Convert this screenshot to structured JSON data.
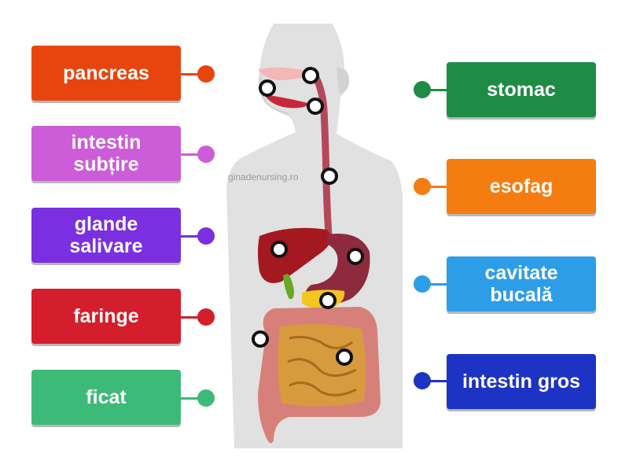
{
  "labels": [
    {
      "text": "pancreas",
      "color": "#e8450e",
      "connector_color": "#e8450e",
      "handle_color": "#e8450e"
    },
    {
      "text": "intestin\nsubțire",
      "color": "#cc5cd8",
      "connector_color": "#cc5cd8",
      "handle_color": "#cc5cd8"
    },
    {
      "text": "glande\nsalivare",
      "color": "#7a2fe0",
      "connector_color": "#7a2fe0",
      "handle_color": "#7a2fe0"
    },
    {
      "text": "faringe",
      "color": "#d41e2c",
      "connector_color": "#d41e2c",
      "handle_color": "#d41e2c"
    },
    {
      "text": "ficat",
      "color": "#3cba77",
      "connector_color": "#3cba77",
      "handle_color": "#3cba77"
    },
    {
      "text": "stomac",
      "color": "#1f8c46",
      "connector_color": "#1f8c46",
      "handle_color": "#1f8c46"
    },
    {
      "text": "esofag",
      "color": "#f57c10",
      "connector_color": "#f57c10",
      "handle_color": "#f57c10"
    },
    {
      "text": "cavitate\nbucală",
      "color": "#2e9de8",
      "connector_color": "#2e9de8",
      "handle_color": "#2e9de8"
    },
    {
      "text": "intestin gros",
      "color": "#1d33c4",
      "connector_color": "#1d33c4",
      "handle_color": "#1d33c4"
    }
  ],
  "watermark": "ginadenursing.ro",
  "targets_count": 9
}
